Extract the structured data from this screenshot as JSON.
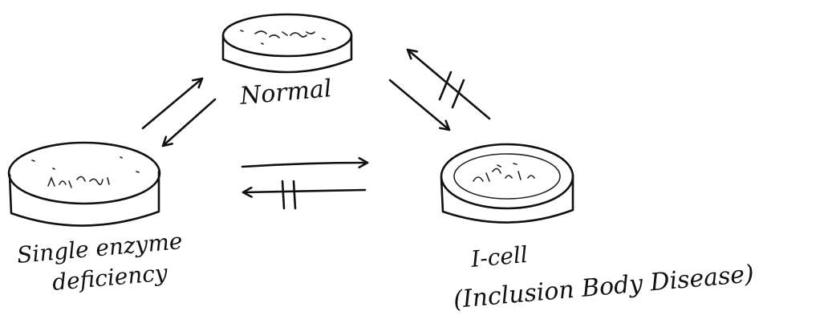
{
  "nodes": {
    "normal": {
      "label": "Normal"
    },
    "single": {
      "label_line1": "Single enzyme",
      "label_line2": "deficiency"
    },
    "icell": {
      "label_line1": "I-cell",
      "label_line2": "(Inclusion Body Disease)"
    }
  },
  "ink_color": "#111111",
  "background": "#ffffff"
}
